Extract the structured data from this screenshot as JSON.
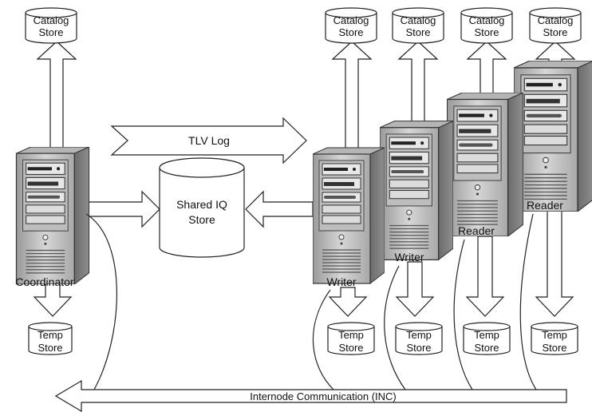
{
  "catalog": {
    "line1": "Catalog",
    "line2": "Store"
  },
  "temp": {
    "line1": "Temp",
    "line2": "Store"
  },
  "shared": {
    "line1": "Shared IQ",
    "line2": "Store"
  },
  "tlv_log": "TLV Log",
  "inc_label": "Internode Communication (INC)",
  "servers": {
    "coordinator": "Coordinator",
    "writer": "Writer",
    "reader": "Reader"
  }
}
